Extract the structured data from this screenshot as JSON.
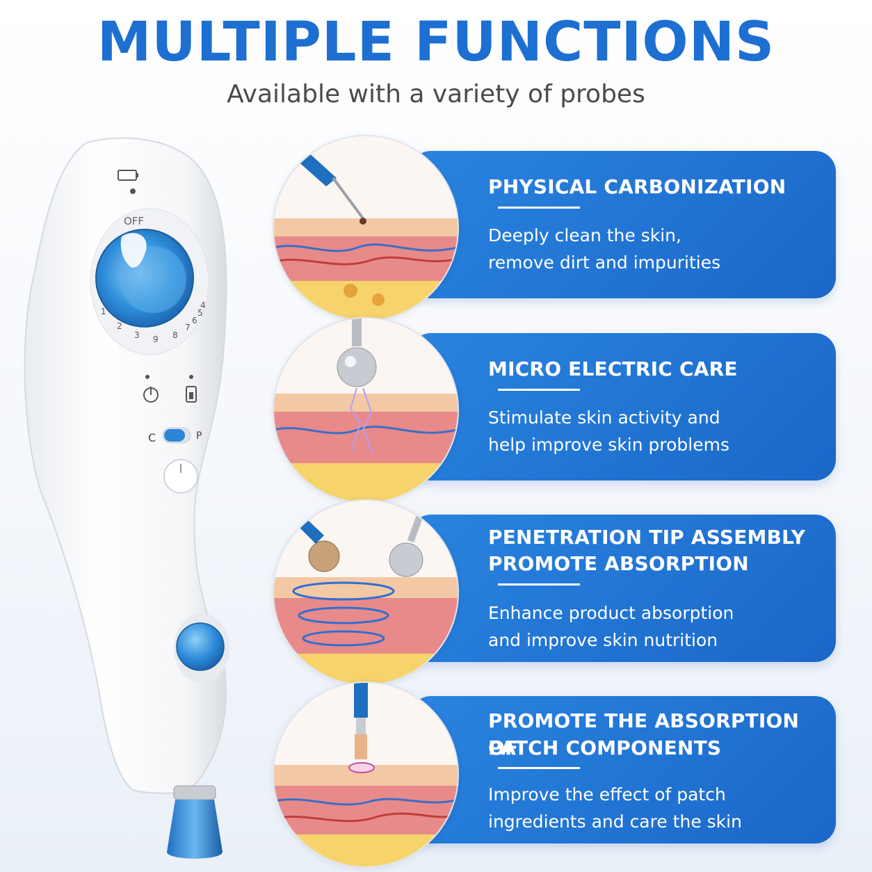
{
  "header": {
    "title": "MULTIPLE FUNCTIONS",
    "subtitle": "Available with a variety of probes"
  },
  "device": {
    "dial_off_label": "OFF",
    "dial_numbers": [
      "1",
      "2",
      "3",
      "9",
      "8",
      "7",
      "6",
      "5",
      "4"
    ],
    "mode_c_label": "C",
    "mode_p_label": "P",
    "accent_color": "#2a8ad6"
  },
  "features": [
    {
      "title_lines": [
        "PHYSICAL CARBONIZATION"
      ],
      "desc_lines": [
        "Deeply clean the skin,",
        "remove dirt and impurities"
      ],
      "probe": "needle-probe"
    },
    {
      "title_lines": [
        "MICRO ELECTRIC CARE"
      ],
      "desc_lines": [
        "Stimulate skin activity and",
        "help improve skin problems"
      ],
      "probe": "ball-probe"
    },
    {
      "title_lines": [
        "PENETRATION TIP ASSEMBLY",
        "PROMOTE ABSORPTION"
      ],
      "desc_lines": [
        "Enhance product absorption",
        "and improve skin nutrition"
      ],
      "probe": "spiked-and-ball-probe"
    },
    {
      "title_lines": [
        "PROMOTE THE ABSORPTION OF",
        "PATCH COMPONENTS"
      ],
      "desc_lines": [
        "Improve the effect of patch",
        "ingredients and care the skin"
      ],
      "probe": "patch-probe"
    }
  ],
  "colors": {
    "title": "#1d6fd1",
    "panel": "#1a67c8",
    "skin": "#f2c9a4",
    "dermis": "#e88a8a",
    "fat": "#f6d36b"
  }
}
